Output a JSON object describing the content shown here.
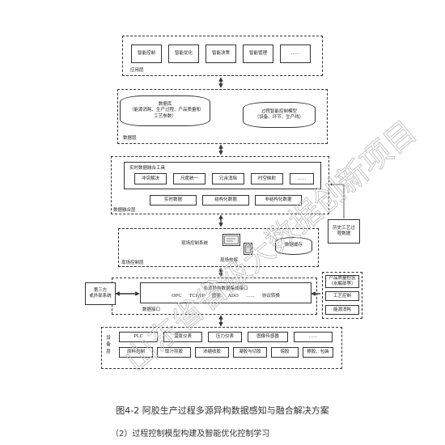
{
  "app_layer": {
    "label": "应用层",
    "items": [
      "智能控制",
      "智能优化",
      "智能决策",
      "智能管理",
      "……"
    ]
  },
  "data_layer": {
    "label": "数据层",
    "database": {
      "title": "数据库",
      "line1": "（能源消耗、生产过程、产品质量和",
      "line2": "工艺参数）"
    },
    "model": {
      "line1": "过程智能控制模型",
      "line2": "（设备、环节、生产线）"
    }
  },
  "fusion_layer": {
    "label": "数据融合层",
    "tools_title": "实时数据融合工具",
    "tools": [
      "冲突解决",
      "尺度统一",
      "冗余消除",
      "时空映射",
      "……"
    ],
    "data_types": [
      "实时数据",
      "结构化数据",
      "非结构化数据"
    ]
  },
  "history_box": {
    "line1": "历史工艺过",
    "line2": "程数据"
  },
  "control_layer": {
    "label": "现场控制层",
    "system": "现场控制系统",
    "meter": "现场热解",
    "cache": "数据缓存"
  },
  "interface_layer": {
    "label": "数据接口",
    "title": "多源异构数据集成接口",
    "protocols": [
      "OPC",
      "TCP/IP",
      "图像",
      "ADO",
      "……",
      "协议转换"
    ]
  },
  "third_party": {
    "line1": "第三方",
    "line2": "或外部系统"
  },
  "side_inputs": [
    {
      "line1": "产品质量检验",
      "line2": "（水解部等）"
    },
    {
      "line1": "工艺控制",
      "line2": ""
    },
    {
      "line1": "能源消耗",
      "line2": ""
    }
  ],
  "device_layer": {
    "label_chars": [
      "设",
      "备",
      "层"
    ],
    "row1": [
      "PLC",
      "温度仪表",
      "压力仪表",
      "图像传感器",
      "……"
    ],
    "row2": [
      "原料炮制",
      "取汁煎胶",
      "浓缩收胶",
      "凝胶与切胶",
      "晾胶",
      "擦胶、包装"
    ]
  },
  "caption": "图4-2  阿胶生产过程多源异构数据感知与融合解决方案",
  "subhead": "（2）过程控制模型构建及智能优化控制学习"
}
